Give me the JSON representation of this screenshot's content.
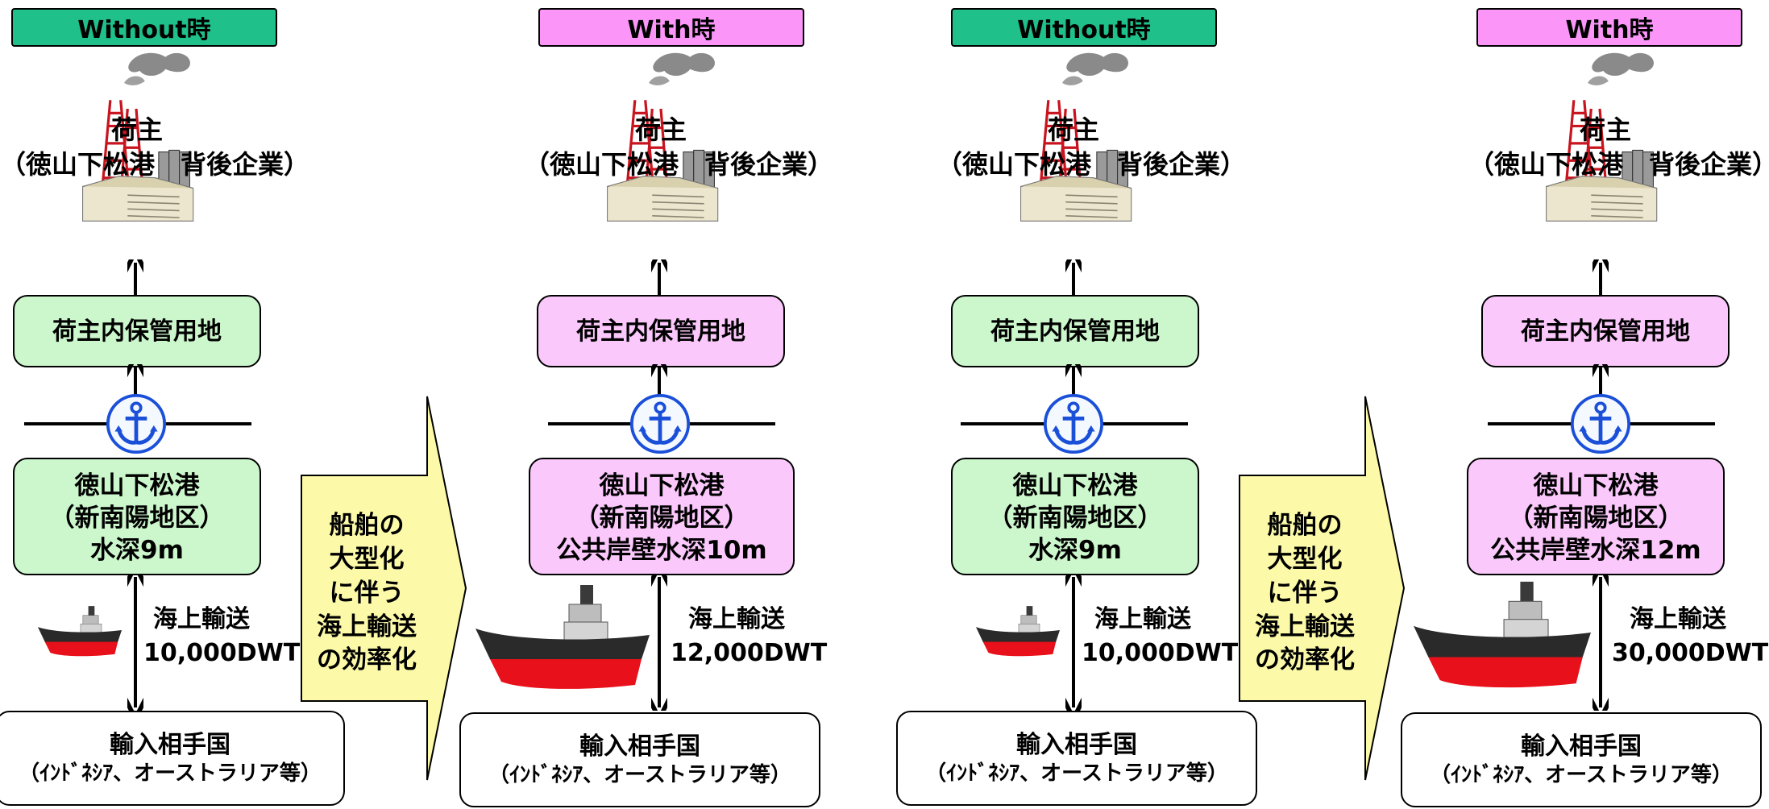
{
  "colors": {
    "without_fill": "#1fc08a",
    "with_fill": "#fb96f8",
    "without_box": "#ccf7cc",
    "with_box": "#fbc8fb",
    "arrow_fill": "#fcfaa8",
    "hull_red": "#e8101a",
    "hull_dark": "#2a2a2a",
    "anchor_blue": "#1a4fd8"
  },
  "panels": [
    {
      "header": "Without時",
      "shipper_line1": "荷主",
      "shipper_line2": "（徳山下松港　背後企業）",
      "storage": "荷主内保管用地",
      "port_line1": "徳山下松港",
      "port_line2": "（新南陽地区）",
      "port_line3": "水深9m",
      "sea_line1": "海上輸送",
      "sea_line2": "10,000DWT",
      "import_line1": "輸入相手国",
      "import_line2": "（ｲﾝﾄﾞﾈｼｱ、オーストラリア等）"
    },
    {
      "header": "With時",
      "shipper_line1": "荷主",
      "shipper_line2": "（徳山下松港　背後企業）",
      "storage": "荷主内保管用地",
      "port_line1": "徳山下松港",
      "port_line2": "（新南陽地区）",
      "port_line3": "公共岸壁水深10m",
      "sea_line1": "海上輸送",
      "sea_line2": "12,000DWT",
      "import_line1": "輸入相手国",
      "import_line2": "（ｲﾝﾄﾞﾈｼｱ、オーストラリア等）"
    },
    {
      "header": "Without時",
      "shipper_line1": "荷主",
      "shipper_line2": "（徳山下松港　背後企業）",
      "storage": "荷主内保管用地",
      "port_line1": "徳山下松港",
      "port_line2": "（新南陽地区）",
      "port_line3": "水深9m",
      "sea_line1": "海上輸送",
      "sea_line2": "10,000DWT",
      "import_line1": "輸入相手国",
      "import_line2": "（ｲﾝﾄﾞﾈｼｱ、オーストラリア等）"
    },
    {
      "header": "With時",
      "shipper_line1": "荷主",
      "shipper_line2": "（徳山下松港　背後企業）",
      "storage": "荷主内保管用地",
      "port_line1": "徳山下松港",
      "port_line2": "（新南陽地区）",
      "port_line3": "公共岸壁水深12m",
      "sea_line1": "海上輸送",
      "sea_line2": "30,000DWT",
      "import_line1": "輸入相手国",
      "import_line2": "（ｲﾝﾄﾞﾈｼｱ、オーストラリア等）"
    }
  ],
  "transition_arrows": [
    {
      "line1": "船舶の",
      "line2": "大型化",
      "line3": "に伴う",
      "line4": "海上輸送",
      "line5": "の効率化"
    },
    {
      "line1": "船舶の",
      "line2": "大型化",
      "line3": "に伴う",
      "line4": "海上輸送",
      "line5": "の効率化"
    }
  ]
}
